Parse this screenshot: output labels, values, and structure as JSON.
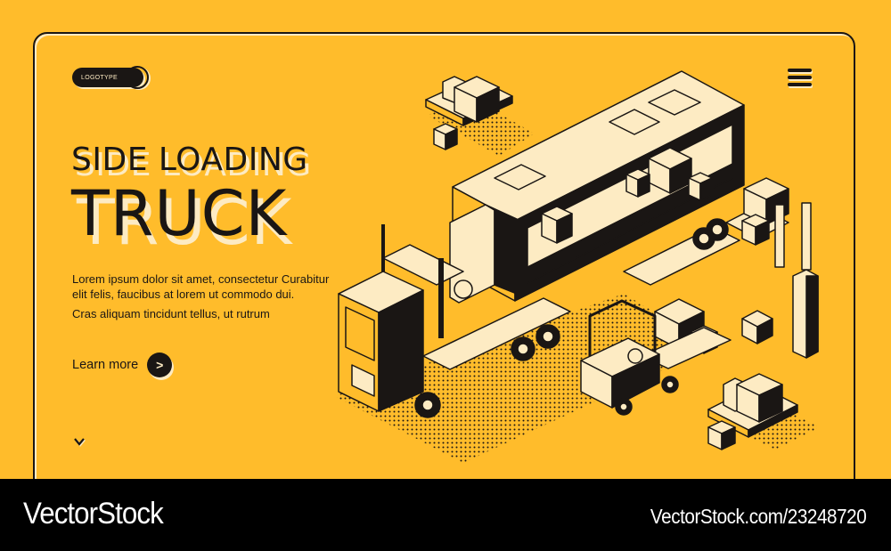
{
  "header": {
    "logo_label": "LOGOTYPE",
    "menu_icon": "hamburger-menu-icon"
  },
  "hero": {
    "title_line1": "SIDE LOADING",
    "title_line2": "TRUCK",
    "description": [
      "Lorem ipsum dolor sit amet, consectetur Curabitur elit felis, faucibus at lorem ut commodo dui.",
      "Cras aliquam tincidunt tellus, ut rutrum"
    ],
    "cta_label": "Learn more",
    "cta_icon": ">",
    "scroll_icon": "chevron-down-icon"
  },
  "illustration": {
    "subject": "isometric side loading truck with forklift, pallets and cardboard boxes",
    "colors": {
      "background": "#ffbc2b",
      "ink": "#1a1614",
      "cream": "#fdebc3"
    }
  },
  "footer": {
    "brand": "VectorStock",
    "reference": "VectorStock.com/23248720"
  }
}
